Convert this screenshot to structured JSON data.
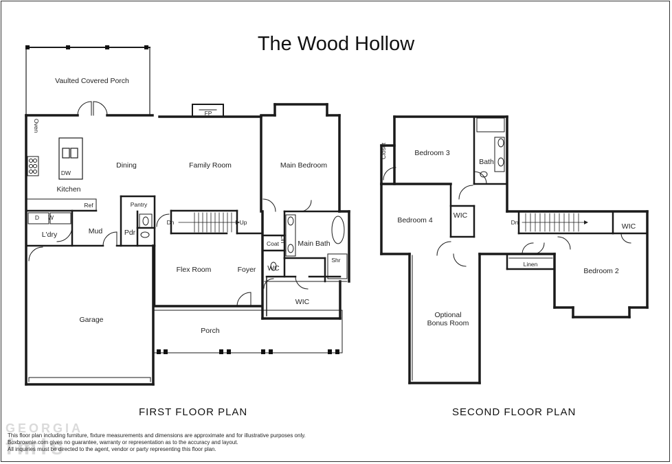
{
  "title": "The Wood Hollow",
  "first_floor": {
    "caption": "FIRST FLOOR PLAN",
    "rooms": {
      "vaulted_porch": "Vaulted Covered Porch",
      "oven": "Oven",
      "dining": "Dining",
      "family_room": "Family Room",
      "fp": "FP",
      "main_bedroom": "Main Bedroom",
      "dw": "DW",
      "kitchen": "Kitchen",
      "ref": "Ref",
      "pantry": "Pantry",
      "dn": "Dn",
      "up": "Up",
      "d": "D",
      "w": "W",
      "lndry": "L'dry",
      "mud": "Mud",
      "pdr": "Pdr",
      "coat": "Coat",
      "lin": "Lin",
      "main_bath": "Main Bath",
      "shr": "Shr",
      "wc": "WC",
      "flex_room": "Flex Room",
      "foyer": "Foyer",
      "wic": "WIC",
      "garage": "Garage",
      "porch": "Porch"
    }
  },
  "second_floor": {
    "caption": "SECOND FLOOR PLAN",
    "rooms": {
      "closet": "Closet",
      "bedroom3": "Bedroom 3",
      "bath": "Bath",
      "bedroom4": "Bedroom 4",
      "wic1": "WIC",
      "dn": "Dn",
      "wic2": "WIC",
      "linen": "Linen",
      "bedroom2": "Bedroom 2",
      "bonus": "Optional\nBonus Room"
    }
  },
  "disclaimer": {
    "line1": "This floor plan including furniture, fixture measurements and dimensions are approximate and for illustrative purposes only.",
    "line2": "Boxbrownie.com gives no guarantee, warranty or representation as to the accuracy and layout.",
    "line3": "All inquiries must be directed to the agent, vendor or party representing this floor plan."
  },
  "watermark": {
    "line1": "GEORGIA",
    "line2": "fmls"
  }
}
